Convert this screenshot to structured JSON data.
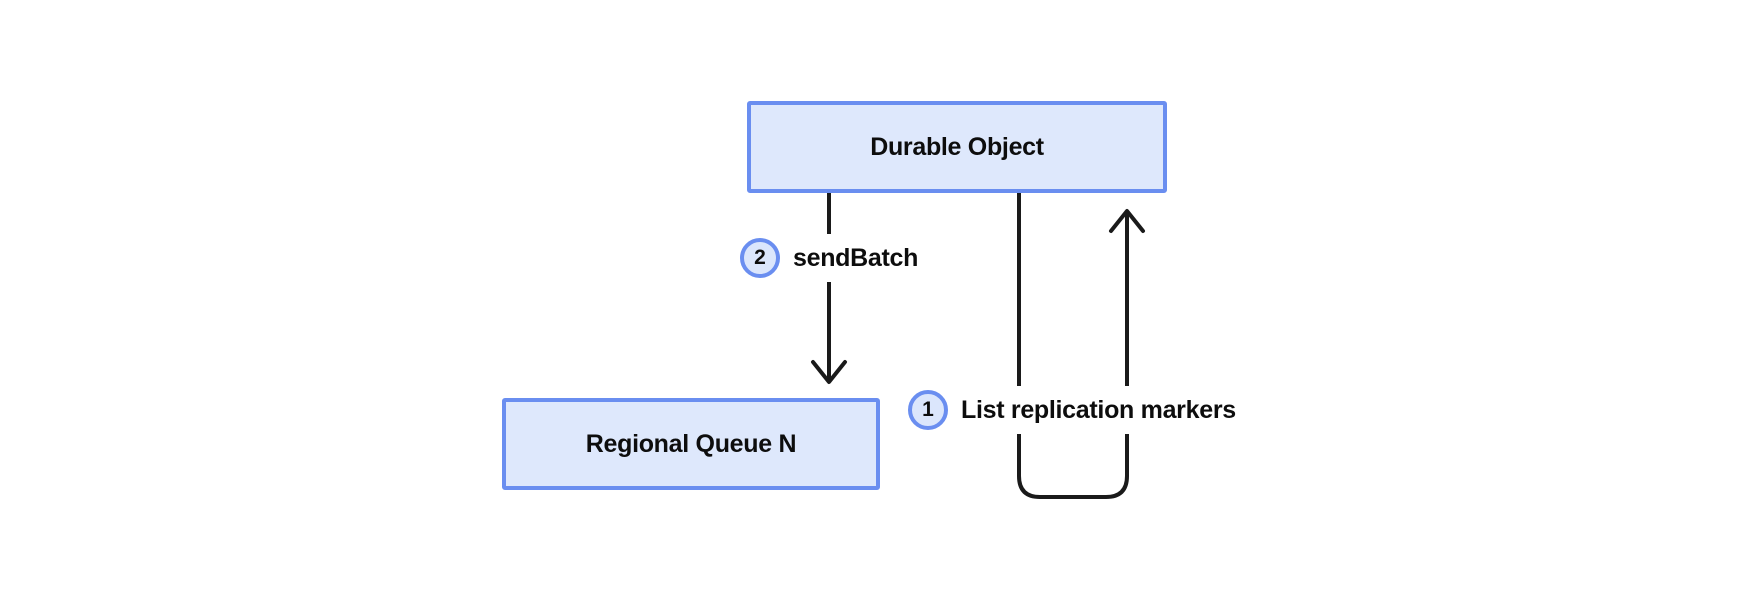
{
  "colors": {
    "background": "#ffffff",
    "node_fill": "#dee8fc",
    "node_border": "#6a8ef0",
    "badge_fill": "#dbe6fc",
    "badge_border": "#6a8ef0",
    "arrow": "#1a1a1a",
    "text": "#0d0d0d"
  },
  "nodes": {
    "durable_object": {
      "label": "Durable Object"
    },
    "regional_queue": {
      "label": "Regional Queue N"
    }
  },
  "edges": {
    "send_batch": {
      "badge": "2",
      "label": "sendBatch"
    },
    "list_markers": {
      "badge": "1",
      "label": "List replication markers"
    }
  }
}
